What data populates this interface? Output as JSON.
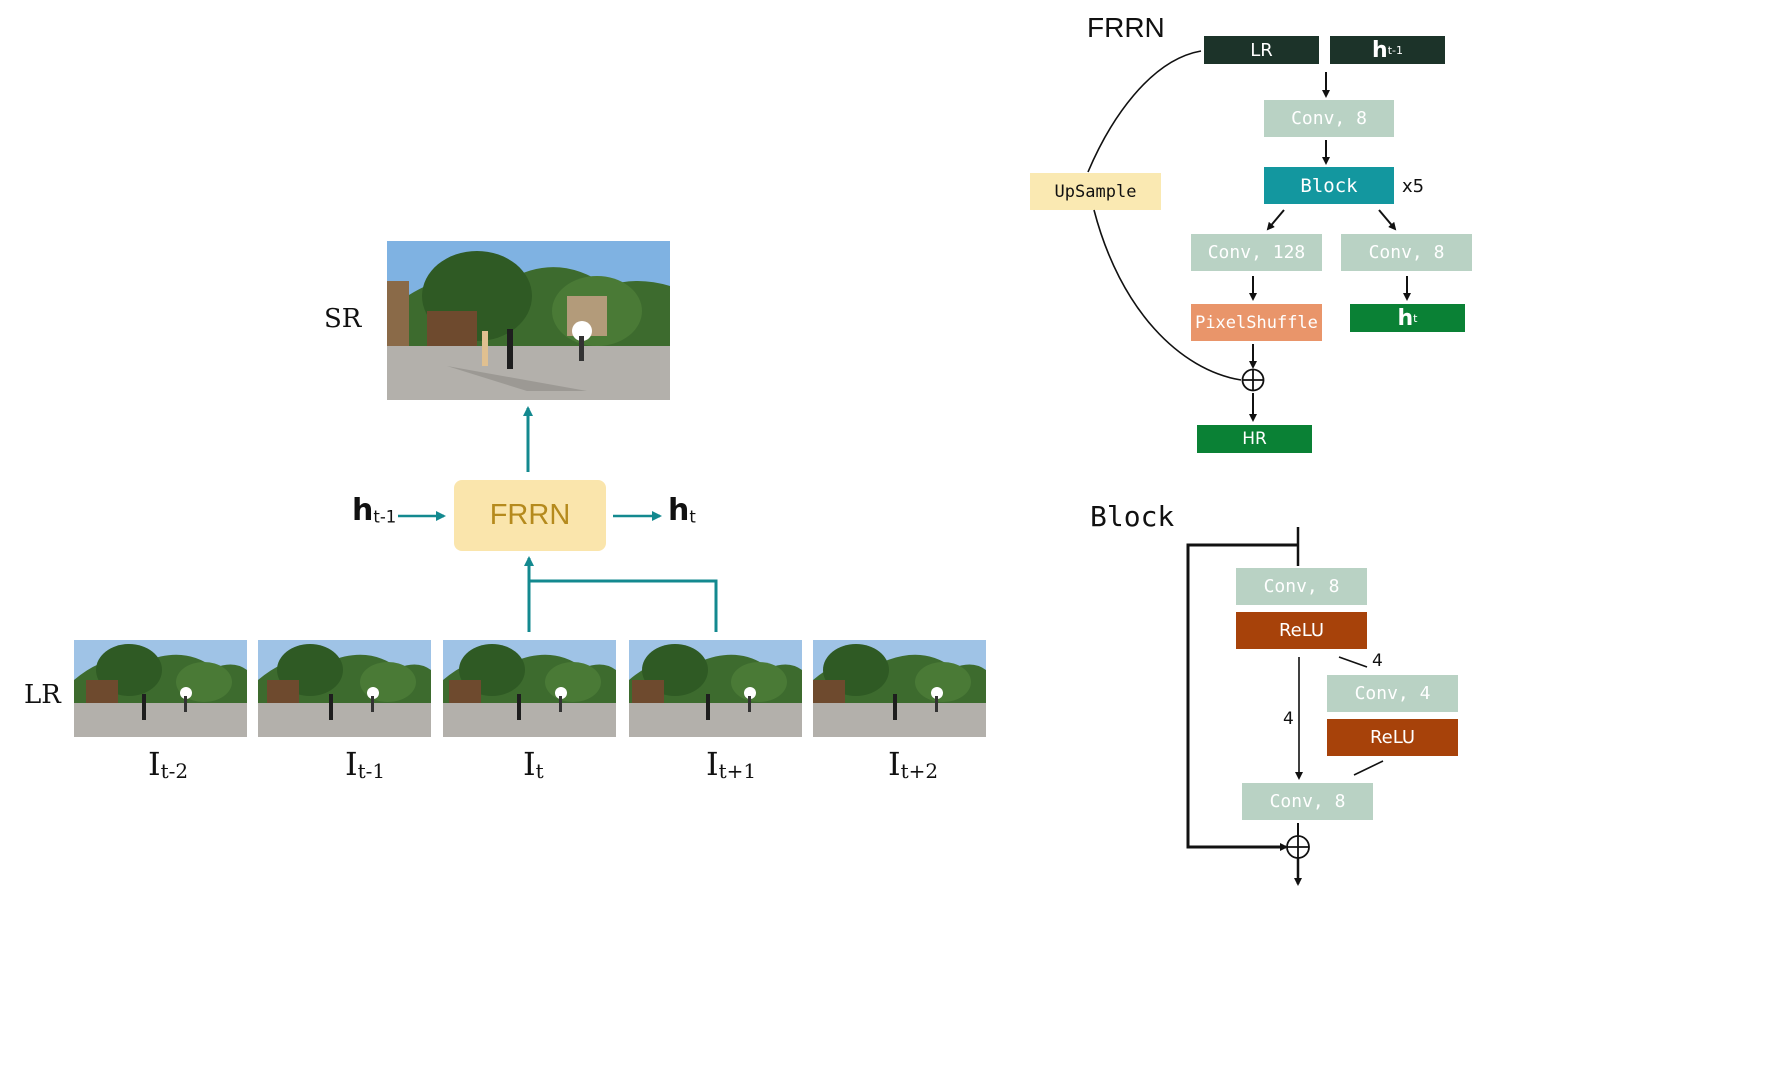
{
  "left": {
    "sr_label": "SR",
    "lr_label": "LR",
    "core_label": "FRRN",
    "h_in": {
      "main": "h",
      "sub": "t-1"
    },
    "h_out": {
      "main": "h",
      "sub": "t"
    },
    "frames": [
      {
        "main": "I",
        "sub": "t-2"
      },
      {
        "main": "I",
        "sub": "t-1"
      },
      {
        "main": "I",
        "sub": "t"
      },
      {
        "main": "I",
        "sub": "t+1"
      },
      {
        "main": "I",
        "sub": "t+2"
      }
    ]
  },
  "frrn": {
    "title": "FRRN",
    "lr": "LR",
    "h_in": {
      "main": "h",
      "sub": "t-1"
    },
    "conv8": "Conv, 8",
    "block": "Block",
    "repeat": "x5",
    "upsample": "UpSample",
    "conv128": "Conv, 128",
    "conv8b": "Conv, 8",
    "pixelshuffle": "PixelShuffle",
    "h_out": {
      "main": "h",
      "sub": "t"
    },
    "hr": "HR"
  },
  "block": {
    "title": "Block",
    "conv8_top": "Conv, 8",
    "relu1": "ReLU",
    "split_a": "4",
    "split_b": "4",
    "conv4": "Conv, 4",
    "relu2": "ReLU",
    "conv8_bottom": "Conv, 8"
  },
  "colors": {
    "teal": "#13898f",
    "dark": "#1c3329",
    "sage": "#b9d2c4",
    "block_teal": "#13979f",
    "cream": "#fae9b2",
    "frrn_core": "#fae5ac",
    "frrn_text": "#b58a1d",
    "orange": "#e9956a",
    "green": "#0a8135",
    "relu": "#a7420a"
  }
}
